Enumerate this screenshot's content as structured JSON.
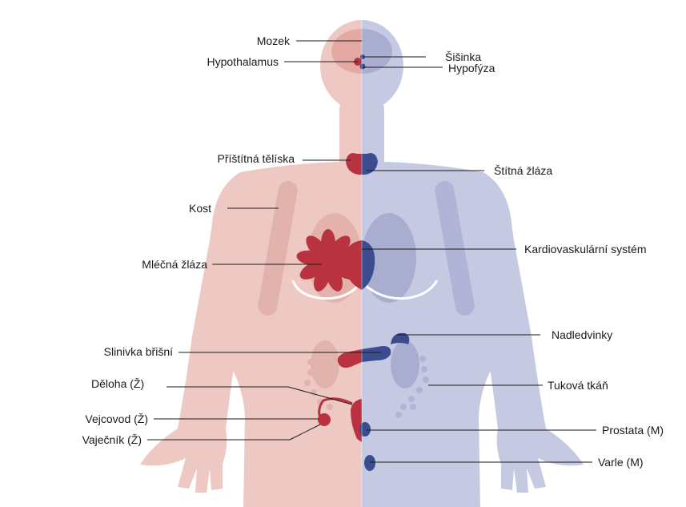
{
  "labels": {
    "mozek": "Mozek",
    "hypothalamus": "Hypothalamus",
    "sisinka": "Šišinka",
    "hypofyza": "Hypofýza",
    "pristitna": "Příštítná tělíska",
    "stitna": "Štítná žláza",
    "kost": "Kost",
    "mlecna": "Mléčná žláza",
    "kardio": "Kardiovaskulární systém",
    "slinivka": "Slinivka břišní",
    "nadledvinky": "Nadledvinky",
    "deloha": "Děloha (Ž)",
    "tukova": "Tuková tkáň",
    "vejcovod": "Vejcovod (Ž)",
    "vajecnik": "Vaječník (Ž)",
    "prostata": "Prostata (M)",
    "varle": "Varle (M)"
  },
  "colors": {
    "female_body": "#eec9c3",
    "male_body": "#c6c9e2",
    "female_organ_light": "#e4b2ab",
    "male_organ_light": "#a9aed1",
    "female_gland": "#b8323f",
    "male_gland": "#3b4c8f",
    "leader": "#1a1a1a"
  }
}
